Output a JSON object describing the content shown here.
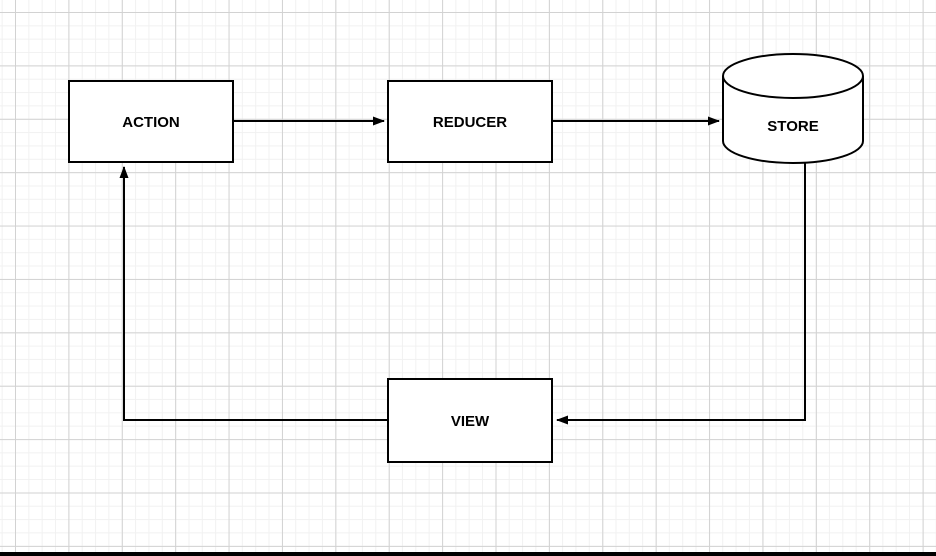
{
  "canvas": {
    "background": "#ffffff",
    "grid": {
      "minor_color": "#f1f1f1",
      "major_color": "#d2d2d2"
    }
  },
  "colors": {
    "node_fill": "#ffffff",
    "node_stroke": "#000000",
    "text": "#000000",
    "edge": "#000000"
  },
  "nodes": {
    "action": {
      "label": "ACTION",
      "shape": "rectangle"
    },
    "reducer": {
      "label": "REDUCER",
      "shape": "rectangle"
    },
    "store": {
      "label": "STORE",
      "shape": "cylinder"
    },
    "view": {
      "label": "VIEW",
      "shape": "rectangle"
    }
  },
  "edges": [
    {
      "from": "ACTION",
      "to": "REDUCER"
    },
    {
      "from": "REDUCER",
      "to": "STORE"
    },
    {
      "from": "STORE",
      "to": "VIEW"
    },
    {
      "from": "VIEW",
      "to": "ACTION"
    }
  ]
}
